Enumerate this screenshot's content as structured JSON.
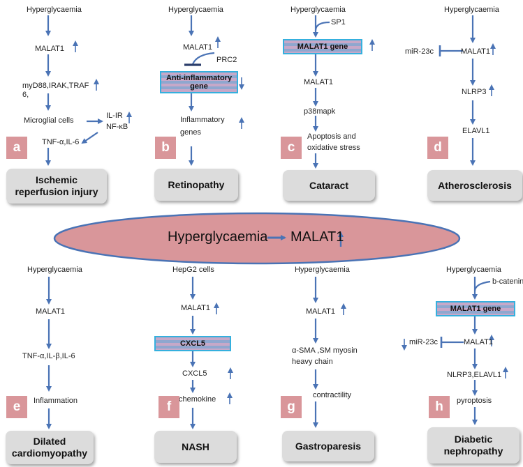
{
  "center": {
    "label": "Hyperglycaemia",
    "result": "MALAT1"
  },
  "panels": {
    "a": {
      "letter": "a",
      "n1": "Hyperglycaemia",
      "n2": "MALAT1",
      "n3": "myD88,IRAK,TRAF",
      "n3b": "6,",
      "n4": "Microglial  cells",
      "n5": "IL-IR",
      "n6": "NF-κB",
      "n7": "TNF-α,IL-6",
      "outcome_l1": "Ischemic",
      "outcome_l2": "reperfusion injury"
    },
    "b": {
      "letter": "b",
      "n1": "Hyperglycaemia",
      "n2": "MALAT1",
      "n3": "PRC2",
      "gene_l1": "Anti-inflammatory",
      "gene_l2": "gene",
      "n4": "Inflammatory",
      "n4b": "genes",
      "outcome": "Retinopathy"
    },
    "c": {
      "letter": "c",
      "n1": "Hyperglycaemia",
      "n2": "SP1",
      "gene": "MALAT1 gene",
      "n3": "MALAT1",
      "n4": "p38mapk",
      "n5": "Apoptosis and",
      "n5b": "oxidative stress",
      "outcome": "Cataract"
    },
    "d": {
      "letter": "d",
      "n1": "Hyperglycaemia",
      "n2": "miR-23c",
      "n3": "MALAT1",
      "n4": "NLRP3",
      "n5": "ELAVL1",
      "outcome": "Atherosclerosis"
    },
    "e": {
      "letter": "e",
      "n1": "Hyperglycaemia",
      "n2": "MALAT1",
      "n3": "TNF-α,IL-β,IL-6",
      "n4": "Inflammation",
      "outcome_l1": "Dilated",
      "outcome_l2": "cardiomyopathy"
    },
    "f": {
      "letter": "f",
      "n1": "HepG2 cells",
      "n2": "MALAT1",
      "gene": "CXCL5",
      "n3": "CXCL5",
      "n4": "chemokine",
      "outcome": "NASH"
    },
    "g": {
      "letter": "g",
      "n1": "Hyperglycaemia",
      "n2": "MALAT1",
      "n3": "α-SMA ,SM myosin",
      "n3b": "heavy chain",
      "n4": "contractility",
      "outcome": "Gastroparesis"
    },
    "h": {
      "letter": "h",
      "n1": "Hyperglycaemia",
      "n2": "b-catenin",
      "gene": "MALAT1 gene",
      "n3": "miR-23c",
      "n4": "MALAT1",
      "n5": "NLRP3,ELAVL1",
      "n6": "pyroptosis",
      "outcome_l1": "Diabetic",
      "outcome_l2": "nephropathy"
    }
  },
  "colors": {
    "arrow": "#4a73b5",
    "badge": "#d9969a",
    "ellipse": "#d9969a",
    "gene_border": "#35b0de",
    "outcome_bg": "#dcdcdc"
  }
}
